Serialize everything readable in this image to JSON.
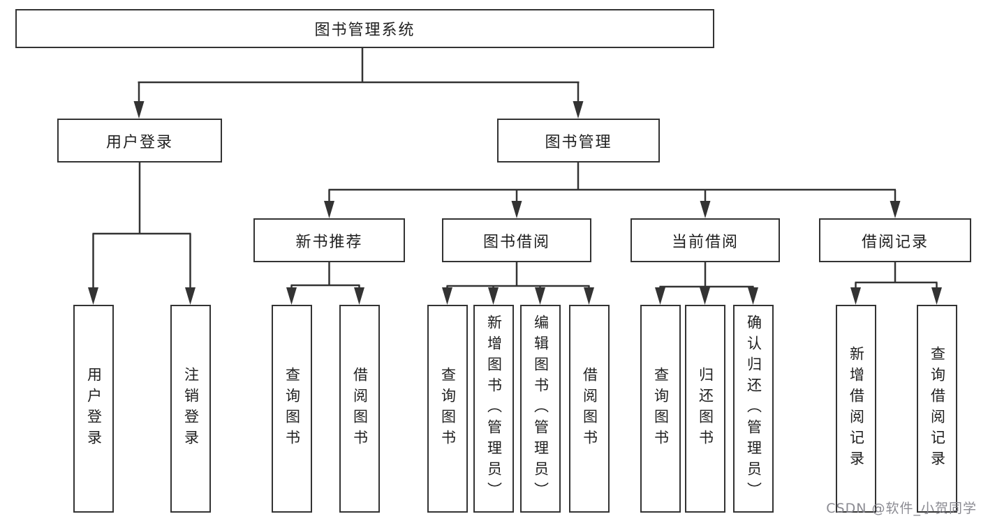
{
  "diagram": {
    "title": "图书管理系统",
    "root": {
      "label": "图书管理系统"
    },
    "nodes": {
      "user_login": {
        "label": "用户登录",
        "children": [
          "用户登录",
          "注销登录"
        ]
      },
      "book_management": {
        "label": "图书管理",
        "children": {
          "new_book_recommend": {
            "label": "新书推荐",
            "children": [
              "查询图书",
              "借阅图书"
            ]
          },
          "book_borrowing": {
            "label": "图书借阅",
            "children": [
              "查询图书",
              "新增图书（管理员）",
              "编辑图书（管理员）",
              "借阅图书"
            ]
          },
          "current_borrowing": {
            "label": "当前借阅",
            "children": [
              "查询图书",
              "归还图书",
              "确认归还（管理员）"
            ]
          },
          "borrowing_records": {
            "label": "借阅记录",
            "children": [
              "新增借阅记录",
              "查询借阅记录"
            ]
          }
        }
      }
    },
    "colors": {
      "line": "#333333",
      "box_border": "#333333",
      "text": "#1f1f1f",
      "background": "#ffffff",
      "watermark": "#85858d"
    }
  },
  "watermark": {
    "text": "CSDN @软件_小贺同学"
  }
}
